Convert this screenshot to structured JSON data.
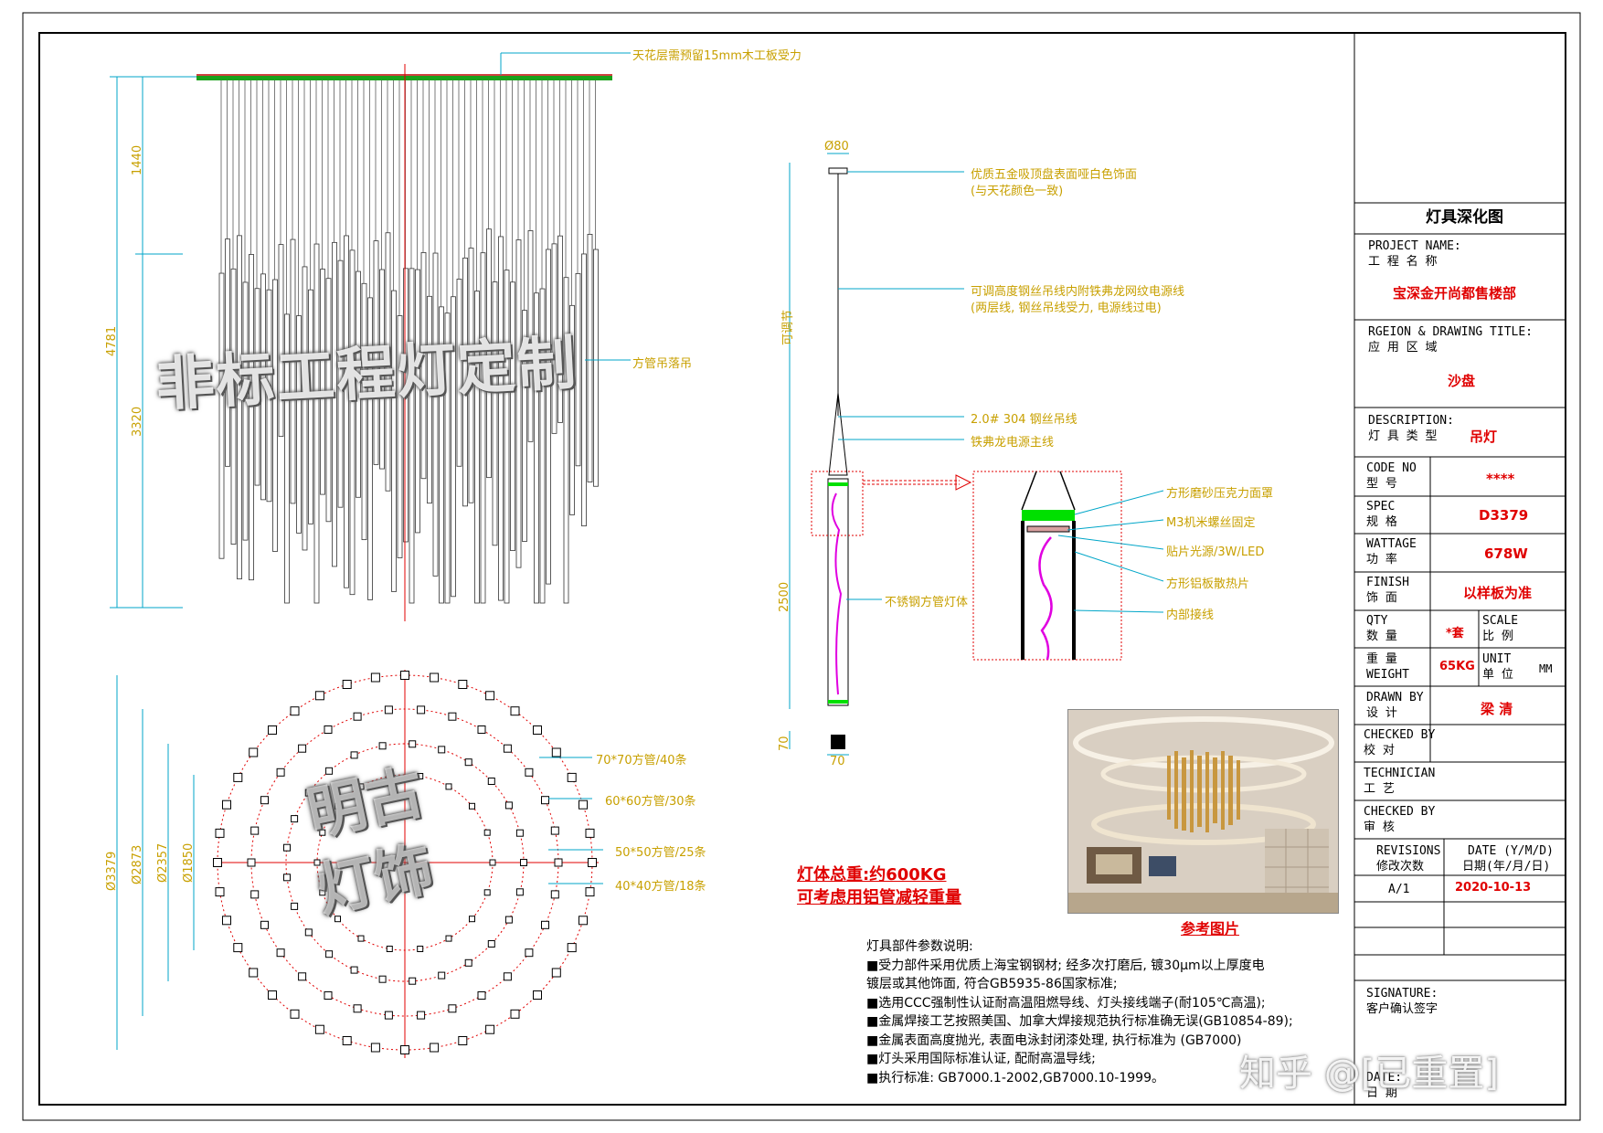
{
  "title_block": {
    "heading": "灯具深化图",
    "project_name_en": "PROJECT NAME:",
    "project_name_cn": "工 程 名 称",
    "project_name_value": "宝深金开尚都售楼部",
    "region_en": "RGEION & DRAWING TITLE:",
    "region_cn": "应  用  区  域",
    "region_value": "沙盘",
    "description_en": "DESCRIPTION:",
    "description_cn": "灯 具 类 型",
    "description_value": "吊灯",
    "code_en": "CODE NO",
    "code_cn": "型  号",
    "code_value": "****",
    "spec_en": "SPEC",
    "spec_cn": "规  格",
    "spec_value": "D3379",
    "wattage_en": "WATTAGE",
    "wattage_cn": "功  率",
    "wattage_value": "678W",
    "finish_en": "FINISH",
    "finish_cn": "饰  面",
    "finish_value": "以样板为准",
    "qty_en": "QTY",
    "qty_cn": "数  量",
    "qty_value": "*套",
    "scale_en": "SCALE",
    "scale_cn": "比 例",
    "weight_cn": "重  量",
    "weight_en": "WEIGHT",
    "weight_value": "65KG",
    "unit_en": "UNIT",
    "unit_cn": "单 位",
    "unit_value": "MM",
    "drawn_en": "DRAWN BY",
    "drawn_cn": "设  计",
    "drawn_value": "梁  清",
    "checked_en": "CHECKED BY",
    "checked_cn": "校  对",
    "technician_en": "TECHNICIAN",
    "technician_cn": "工  艺",
    "checked2_en": "CHECKED BY",
    "checked2_cn": "审  核",
    "revisions_en": "REVISIONS",
    "revisions_cn": "修改次数",
    "date_en": "DATE (Y/M/D)",
    "date_cn": "日期(年/月/日)",
    "revision_value": "A/1",
    "date_value": "2020-10-13",
    "signature_en": "SIGNATURE:",
    "signature_cn": "客户确认签字",
    "date2_en": "DATE:",
    "date2_cn": "日  期"
  },
  "elevation": {
    "ceiling_note": "天花层需预留15mm木工板受力",
    "pendant_note": "方管吊落吊",
    "dim_total": "4781",
    "dim_top": "1440",
    "dim_bottom": "3320"
  },
  "plan": {
    "dims": [
      "Ø3379",
      "Ø2873",
      "Ø2357",
      "Ø1850"
    ],
    "rings": [
      "70*70方管/40条",
      "60*60方管/30条",
      "50*50方管/25条",
      "40*40方管/18条"
    ]
  },
  "detail": {
    "diameter": "Ø80",
    "canopy_note_1": "优质五金吸顶盘表面哑白色饰面",
    "canopy_note_2": "(与天花颜色一致)",
    "wire_note_1": "可调高度钢丝吊线内附铁弗龙网纹电源线",
    "wire_note_2": "(两层线, 钢丝吊线受力, 电源线过电)",
    "adjustable": "可调节",
    "steel_wire": "2.0# 304 钢丝吊线",
    "teflon": "铁弗龙电源主线",
    "tube_body": "不锈钢方管灯体",
    "len_2500": "2500",
    "len_70": "70",
    "width_70": "70",
    "zoom_1": "方形磨砂压克力面罩",
    "zoom_2": "M3机米螺丝固定",
    "zoom_3": "贴片光源/3W/LED",
    "zoom_4": "方形铝板散热片",
    "zoom_5": "内部接线"
  },
  "weight_note_1": "灯体总重:约600KG",
  "weight_note_2": "可考虑用铝管减轻重量",
  "reference_caption": "参考图片",
  "notes": {
    "title": "灯具部件参数说明:",
    "lines": [
      "■受力部件采用优质上海宝钢钢材; 经多次打磨后, 镀30μm以上厚度电",
      "镀层或其他饰面, 符合GB5935-86国家标准;",
      "■选用CCC强制性认证耐高温阻燃导线、灯头接线端子(耐105℃高温);",
      "■金属焊接工艺按照美国、加拿大焊接规范执行标准确无误(GB10854-89);",
      "■金属表面高度抛光, 表面电泳封闭漆处理, 执行标准为 (GB7000)",
      "■灯头采用国际标准认证, 配耐高温导线;",
      "■执行标准: GB7000.1-2002,GB7000.10-1999。"
    ]
  },
  "watermarks": {
    "main": "非标工程灯定制",
    "plan_1": "明古",
    "plan_2": "灯饰",
    "zhihu": "知乎 @[已重置]"
  },
  "colors": {
    "dim_line": "#00a6c8",
    "annotation": "#c8a000",
    "center_line": "#e00000",
    "wire": "#e000e0",
    "led": "#00e000"
  }
}
